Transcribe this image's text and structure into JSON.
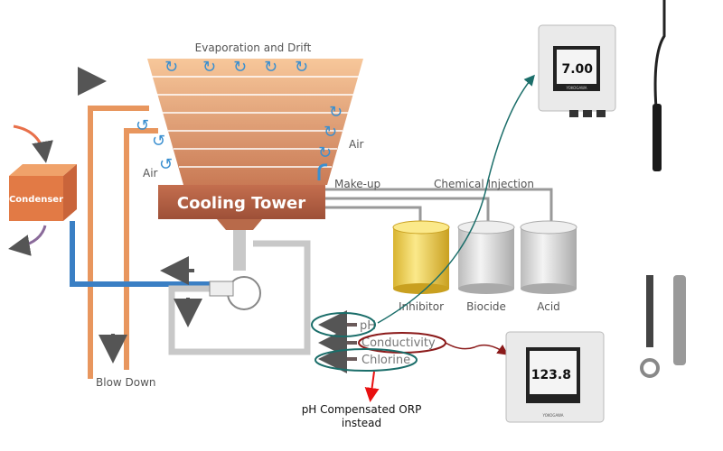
{
  "diagram": {
    "top_label": "Evaporation and Drift",
    "air_left": "Air",
    "air_right": "Air",
    "makeup": "Make-up",
    "tower": "Cooling Tower",
    "condenser": "Condenser",
    "chemical_injection": "Chemical Injection",
    "tanks": [
      "Inhibitor",
      "Biocide",
      "Acid"
    ],
    "blow_down": "Blow Down",
    "measurements": [
      "pH",
      "Conductivity",
      "Chlorine"
    ],
    "note_line1": "pH Compensated ORP",
    "note_line2": "instead",
    "analyzer_ph_value": "7.00",
    "analyzer_cond_value": "123.8",
    "analyzer_brand": "YOKOGAWA"
  },
  "colors": {
    "tower_top": "#f5b98a",
    "tower_bottom": "#a05a40",
    "pipe_orange": "#e8965e",
    "pipe_blue": "#3a7fc4",
    "pipe_gray": "#c8c8c8",
    "arrow_blue": "#3a8fd0",
    "link_teal": "#1b6e6a",
    "link_maroon": "#8b1a1a",
    "note_arrow": "#e81010",
    "tank_yellow": "#f2d24a"
  }
}
